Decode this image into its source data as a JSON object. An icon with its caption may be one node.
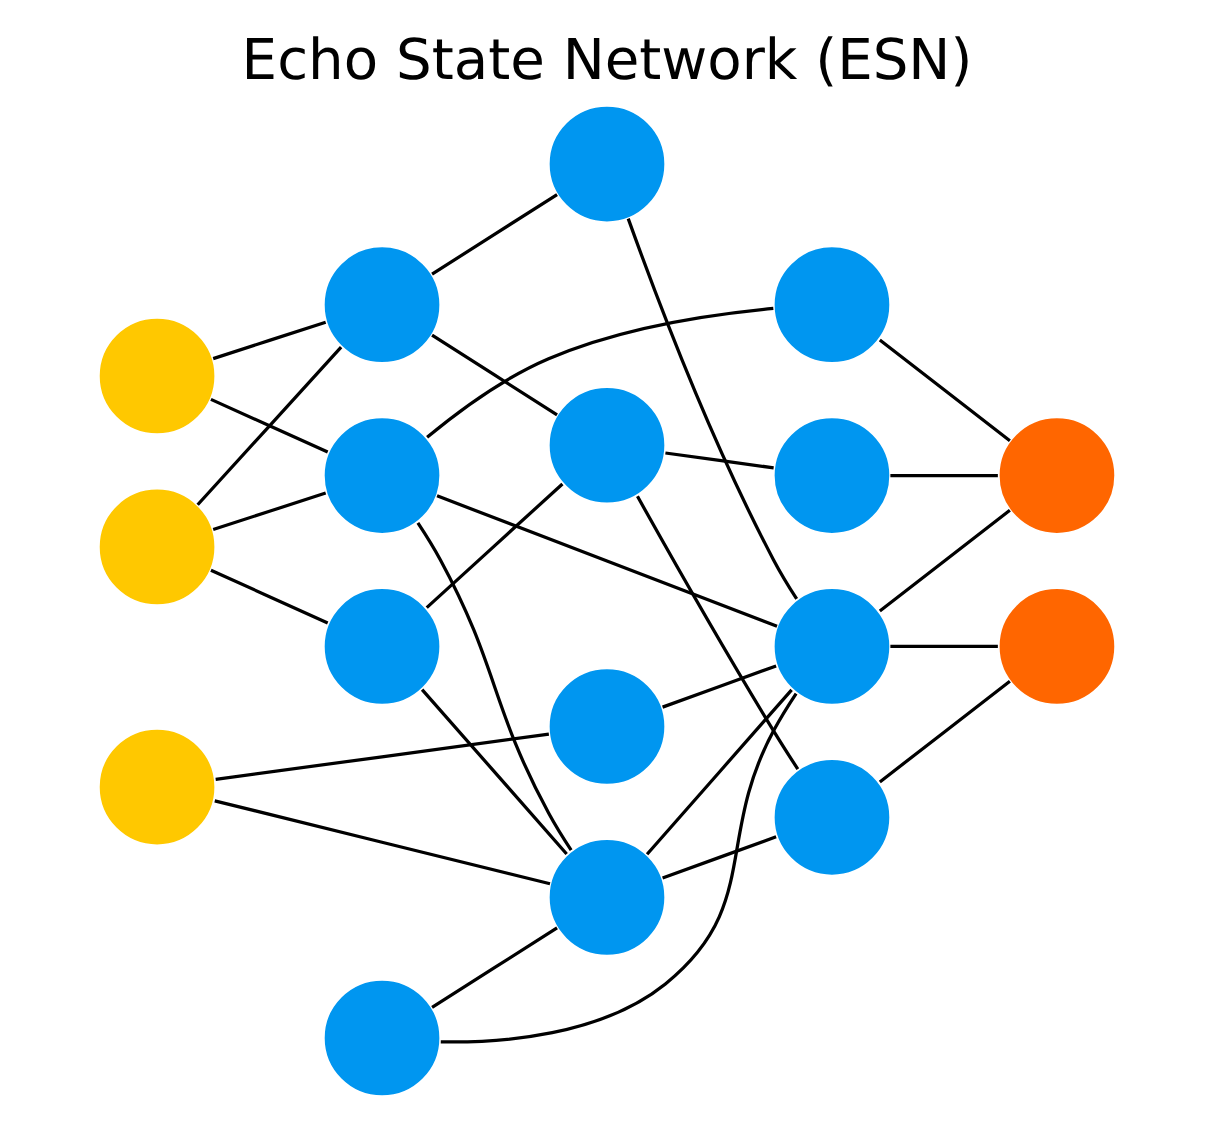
{
  "diagram": {
    "title": "Echo State Network (ESN)",
    "nodes": [
      {
        "text": [],
        "shape": "circle"
      },
      {
        "text": [],
        "shape": "circle"
      },
      {
        "text": [],
        "shape": "circle"
      },
      {
        "text": [],
        "shape": "circle"
      },
      {
        "text": [],
        "shape": "circle"
      },
      {
        "text": [],
        "shape": "circle"
      },
      {
        "text": [],
        "shape": "circle"
      },
      {
        "text": [],
        "shape": "circle"
      },
      {
        "text": [],
        "shape": "circle"
      },
      {
        "text": [],
        "shape": "circle"
      },
      {
        "text": [],
        "shape": "circle"
      },
      {
        "text": [],
        "shape": "circle"
      },
      {
        "text": [],
        "shape": "circle"
      },
      {
        "text": [],
        "shape": "circle"
      },
      {
        "text": [],
        "shape": "circle"
      },
      {
        "text": [],
        "shape": "circle"
      },
      {
        "text": [],
        "shape": "circle"
      }
    ],
    "edges": [
      {
        "from": 0,
        "to": 3,
        "arrow": "none"
      },
      {
        "from": 0,
        "to": 4,
        "arrow": "none"
      },
      {
        "from": 1,
        "to": 3,
        "arrow": "none"
      },
      {
        "from": 1,
        "to": 4,
        "arrow": "none"
      },
      {
        "from": 1,
        "to": 5,
        "arrow": "none"
      },
      {
        "from": 2,
        "to": 9,
        "arrow": "none"
      },
      {
        "from": 9,
        "to": 13,
        "arrow": "none"
      },
      {
        "from": 2,
        "to": 10,
        "arrow": "none"
      },
      {
        "from": 10,
        "to": 14,
        "arrow": "none"
      },
      {
        "from": 3,
        "to": 7,
        "arrow": "none"
      },
      {
        "from": 3,
        "to": 8,
        "arrow": "none"
      },
      {
        "from": 4,
        "to": 11,
        "arrow": "none"
      },
      {
        "from": 4,
        "to": 13,
        "arrow": "none"
      },
      {
        "from": 4,
        "to": 10,
        "arrow": "none"
      },
      {
        "from": 5,
        "to": 8,
        "arrow": "none"
      },
      {
        "from": 5,
        "to": 10,
        "arrow": "none"
      },
      {
        "from": 6,
        "to": 10,
        "arrow": "none"
      },
      {
        "from": 6,
        "to": 13,
        "arrow": "none"
      },
      {
        "from": 10,
        "to": 13,
        "arrow": "none"
      },
      {
        "from": 7,
        "to": 13,
        "arrow": "none"
      },
      {
        "from": 8,
        "to": 14,
        "arrow": "none"
      },
      {
        "from": 8,
        "to": 12,
        "arrow": "none"
      },
      {
        "from": 11,
        "to": 15,
        "arrow": "none"
      },
      {
        "from": 12,
        "to": 15,
        "arrow": "none"
      },
      {
        "from": 13,
        "to": 15,
        "arrow": "none"
      },
      {
        "from": 13,
        "to": 16,
        "arrow": "none"
      },
      {
        "from": 14,
        "to": 16,
        "arrow": "none"
      }
    ]
  }
}
